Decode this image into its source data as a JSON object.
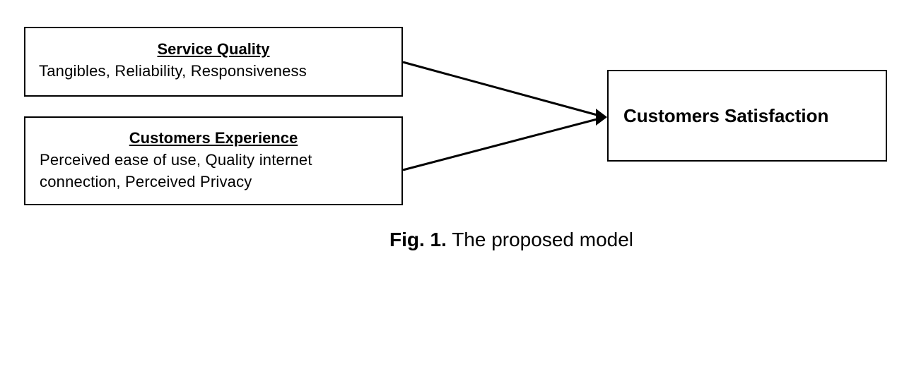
{
  "diagram": {
    "nodes": [
      {
        "id": "service-quality",
        "title": "Service  Quality",
        "body": "Tangibles, Reliability, Responsiveness"
      },
      {
        "id": "customers-experience",
        "title": "Customers Experience",
        "body": "Perceived ease of use, Quality internet connection, Perceived Privacy"
      },
      {
        "id": "customers-satisfaction",
        "title": "Customers Satisfaction"
      }
    ],
    "edges": [
      {
        "from": "service-quality",
        "to": "customers-satisfaction"
      },
      {
        "from": "customers-experience",
        "to": "customers-satisfaction"
      }
    ],
    "line_color": "#000000"
  },
  "caption": {
    "number": "Fig. 1.",
    "text": "The proposed model"
  }
}
